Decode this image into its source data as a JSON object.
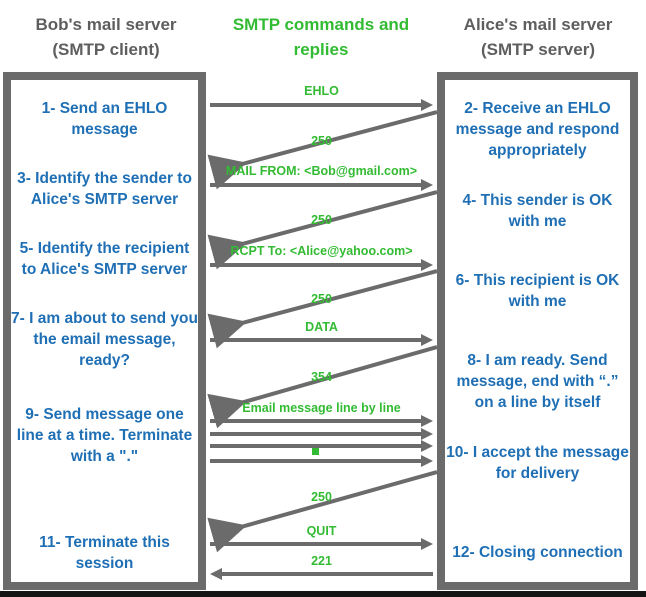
{
  "diagram": {
    "title_left": "Bob's mail server\n(SMTP client)",
    "title_middle": "SMTP commands and\nreplies",
    "title_right": "Alice's mail server\n(SMTP server)",
    "colors": {
      "step_text": "#1f6fb5",
      "protocol_text": "#33bb33",
      "header_gray": "#5e5e5e",
      "frame_gray": "#6b6b6b",
      "background": "#ffffff"
    }
  },
  "headers": {
    "left_line1": "Bob's mail server",
    "left_line2": "(SMTP client)",
    "middle_line1": "SMTP commands and",
    "middle_line2": "replies",
    "right_line1": "Alice's mail server",
    "right_line2": "(SMTP server)"
  },
  "client_steps": [
    {
      "id": 1,
      "text": "1- Send an EHLO message"
    },
    {
      "id": 3,
      "text": "3- Identify the sender to Alice's SMTP server"
    },
    {
      "id": 5,
      "text": "5- Identify\nthe recipient to Alice's SMTP server"
    },
    {
      "id": 7,
      "text": "7- I am about to send you the email message, ready?"
    },
    {
      "id": 9,
      "text": "9- Send message one line at a time. Terminate with a \".\""
    },
    {
      "id": 11,
      "text": "11- Terminate this session"
    }
  ],
  "server_steps": [
    {
      "id": 2,
      "text": "2- Receive an EHLO message and respond appropriately"
    },
    {
      "id": 4,
      "text": "4- This sender is OK with me"
    },
    {
      "id": 6,
      "text": "6- This recipient is OK with me"
    },
    {
      "id": 8,
      "text": "8-  I am ready. Send message, end with “.” on a line by itself"
    },
    {
      "id": 10,
      "text": "10-  I accept the message for delivery"
    },
    {
      "id": 12,
      "text": "12-  Closing connection"
    }
  ],
  "messages": [
    {
      "seq": 1,
      "label": "EHLO",
      "direction": "client-to-server",
      "kind": "command"
    },
    {
      "seq": 2,
      "label": "250",
      "direction": "server-to-client",
      "kind": "reply"
    },
    {
      "seq": 3,
      "label": "MAIL FROM: <Bob@gmail.com>",
      "direction": "client-to-server",
      "kind": "command"
    },
    {
      "seq": 4,
      "label": "250",
      "direction": "server-to-client",
      "kind": "reply"
    },
    {
      "seq": 5,
      "label": "RCPT To: <Alice@yahoo.com>",
      "direction": "client-to-server",
      "kind": "command"
    },
    {
      "seq": 6,
      "label": "250",
      "direction": "server-to-client",
      "kind": "reply"
    },
    {
      "seq": 7,
      "label": "DATA",
      "direction": "client-to-server",
      "kind": "command"
    },
    {
      "seq": 8,
      "label": "354",
      "direction": "server-to-client",
      "kind": "reply"
    },
    {
      "seq": 9,
      "label": "Email message line by line",
      "direction": "client-to-server",
      "kind": "data"
    },
    {
      "seq": 10,
      "label": "",
      "direction": "client-to-server",
      "kind": "data-line"
    },
    {
      "seq": 11,
      "label": "",
      "direction": "client-to-server",
      "kind": "data-line"
    },
    {
      "seq": 12,
      "label": "",
      "direction": "client-to-server",
      "kind": "data-line"
    },
    {
      "seq": 13,
      "label": "250",
      "direction": "server-to-client",
      "kind": "reply"
    },
    {
      "seq": 14,
      "label": "QUIT",
      "direction": "client-to-server",
      "kind": "command"
    },
    {
      "seq": 15,
      "label": "221",
      "direction": "server-to-client",
      "kind": "reply"
    }
  ],
  "labels": {
    "ehlo": "EHLO",
    "reply_250_a": "250",
    "mail_from": "MAIL FROM: <Bob@gmail.com>",
    "reply_250_b": "250",
    "rcpt_to": "RCPT To: <Alice@yahoo.com>",
    "reply_250_c": "250",
    "data": "DATA",
    "reply_354": "354",
    "email_lines": "Email message line by line",
    "reply_250_d": "250",
    "quit": "QUIT",
    "reply_221": "221"
  }
}
